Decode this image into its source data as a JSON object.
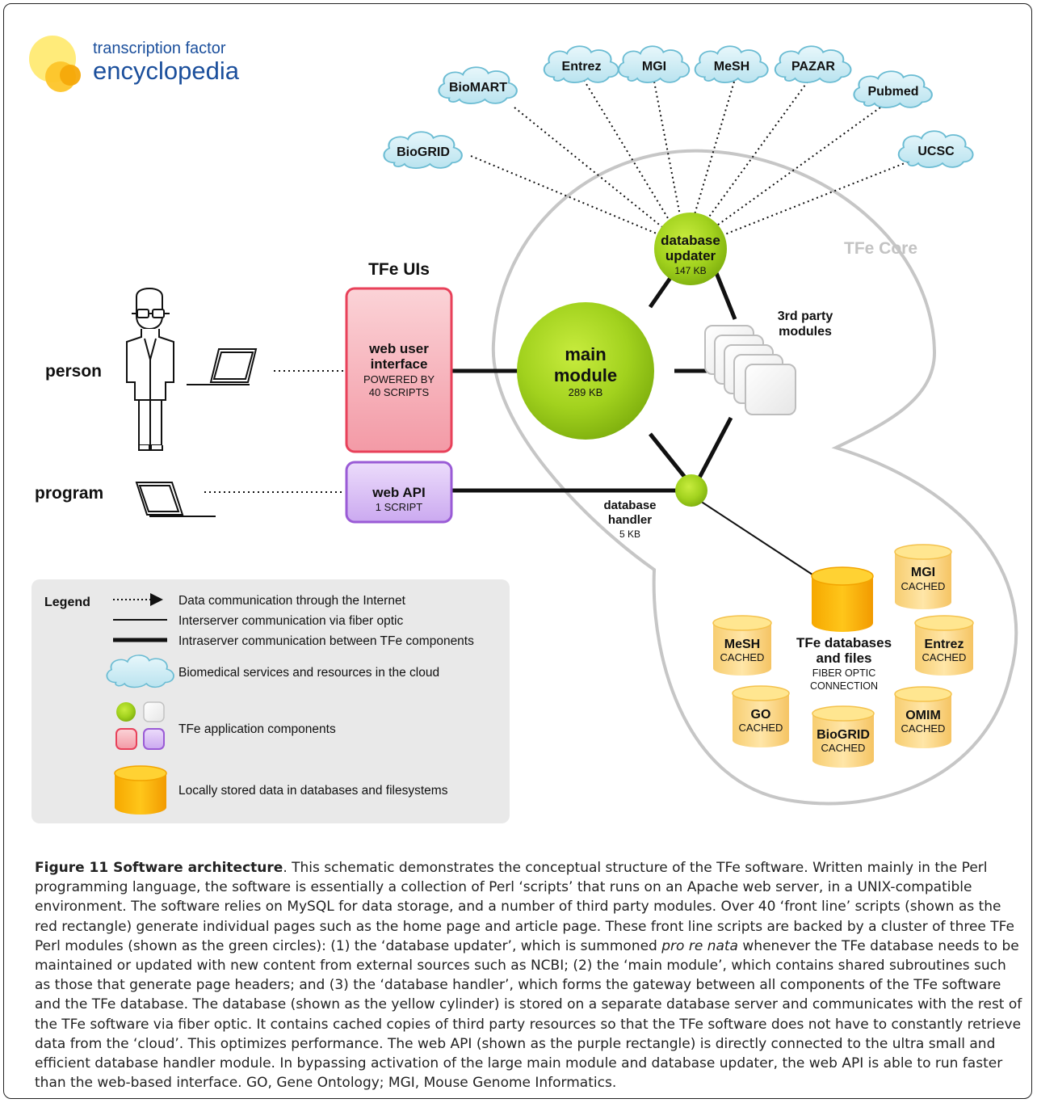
{
  "logo": {
    "line1": "transcription factor",
    "line2": "encyclopedia"
  },
  "clouds": [
    "BioGRID",
    "BioMART",
    "Entrez",
    "MGI",
    "MeSH",
    "PAZAR",
    "Pubmed",
    "UCSC"
  ],
  "core": {
    "title": "TFe Core",
    "updater": {
      "line1": "database",
      "line2": "updater",
      "size": "147 KB"
    },
    "main": {
      "line1": "main",
      "line2": "module",
      "size": "289 KB"
    },
    "handler": {
      "line1": "database",
      "line2": "handler",
      "size": "5 KB"
    },
    "third_party": {
      "line1": "3rd party",
      "line2": "modules"
    },
    "database": {
      "line1": "TFe databases",
      "line2": "and files",
      "sub1": "FIBER OPTIC",
      "sub2": "CONNECTION"
    },
    "cached": [
      {
        "name": "MGI",
        "sub": "CACHED"
      },
      {
        "name": "Entrez",
        "sub": "CACHED"
      },
      {
        "name": "OMIM",
        "sub": "CACHED"
      },
      {
        "name": "BioGRID",
        "sub": "CACHED"
      },
      {
        "name": "GO",
        "sub": "CACHED"
      },
      {
        "name": "MeSH",
        "sub": "CACHED"
      }
    ]
  },
  "uis": {
    "title": "TFe UIs",
    "web_ui": {
      "line1": "web user",
      "line2": "interface",
      "sub1": "POWERED BY",
      "sub2": "40 SCRIPTS"
    },
    "web_api": {
      "line1": "web API",
      "sub": "1 SCRIPT"
    }
  },
  "actors": {
    "person": "person",
    "program": "program"
  },
  "legend": {
    "title": "Legend",
    "items": [
      "Data communication through the Internet",
      "Interserver communication via fiber optic",
      "Intraserver communication between TFe components",
      "Biomedical services and resources in the cloud",
      "TFe application components",
      "Locally stored data in databases and filesystems"
    ]
  },
  "caption": {
    "label": "Figure 11 Software architecture",
    "text_a": ". This schematic demonstrates the conceptual structure of the TFe software. Written mainly in the Perl programming language, the software is essentially a collection of Perl ‘scripts’ that runs on an Apache web server, in a UNIX-compatible environment. The software relies on MySQL for data storage, and a number of third party modules. Over 40 ‘front line’ scripts (shown as the red rectangle) generate individual pages such as the home page and article page. These front line scripts are backed by a cluster of three TFe Perl modules (shown as the green circles): (1) the ‘database updater’, which is summoned ",
    "italic": "pro re nata",
    "text_b": " whenever the TFe database needs to be maintained or updated with new content from external sources such as NCBI; (2) the ‘main module’, which contains shared subroutines such as those that generate page headers; and (3) the ‘database handler’, which forms the gateway between all components of the TFe software and the TFe database. The database (shown as the yellow cylinder) is stored on a separate database server and communicates with the rest of the TFe software via fiber optic. It contains cached copies of third party resources so that the TFe software does not have to constantly retrieve data from the ‘cloud’. This optimizes performance. The web API (shown as the purple rectangle) is directly connected to the ultra small and efficient database handler module. In bypassing activation of the large main module and database updater, the web API is able to run faster than the web-based interface. GO, Gene Ontology; MGI, Mouse Genome Informatics."
  }
}
